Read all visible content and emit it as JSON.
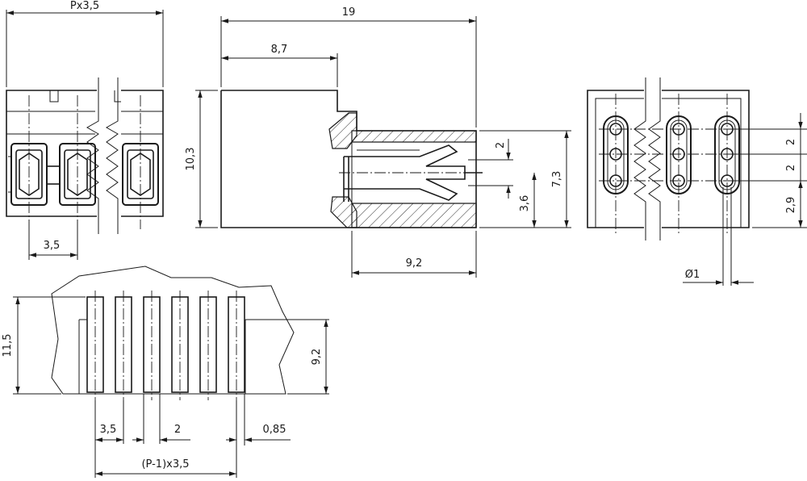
{
  "dimensions": {
    "top_pitch": "Px3,5",
    "front_pitch": "3,5",
    "side_length": "19",
    "side_upper": "8,7",
    "side_height": "10,3",
    "side_opening": "7,3",
    "side_spring": "2",
    "side_lower": "3,6",
    "side_depth": "9,2",
    "right_pitch_a": "2",
    "right_pitch_b": "2",
    "right_bottom": "2,9",
    "hole_diameter": "Ø1",
    "pcb_height": "11,5",
    "pcb_inner_height": "9,2",
    "pcb_pitch": "3,5",
    "pcb_pad_width": "2",
    "pcb_gap": "0,85",
    "pcb_total": "(P-1)x3,5"
  }
}
